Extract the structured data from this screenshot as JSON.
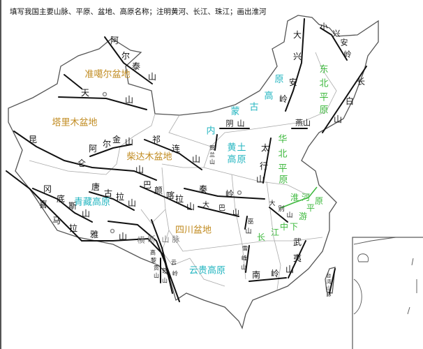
{
  "title": "填写我国主要山脉、平原、盆地、高原名称；注明黄河、长江、珠江；画出淮河",
  "colors": {
    "mountain": "#111111",
    "basin": "#c08a1e",
    "plateau": "#22b5c0",
    "plain": "#3cb83c",
    "river": "#3cb83c",
    "border": "#555555",
    "province": "#aaaaaa"
  },
  "labels": {
    "altai": "阿尔泰山",
    "junggar": "准噶尔盆地",
    "tianshan": "天山",
    "tarim": "塔里木盆地",
    "kunlun": "昆仑山",
    "altun": "阿尔金山",
    "qilian": "祁连山",
    "qaidam": "柴达木盆地",
    "gangdise": "冈底斯山",
    "himalaya": "喜马拉雅山",
    "tanggula": "唐古拉山",
    "qingzang": "青藏高原",
    "bayankala": "巴颜喀拉山",
    "qinling": "秦岭",
    "dabashan": "大巴山",
    "sichuan": "四川盆地",
    "hengduan": "横断山脉",
    "gaoligong": "高黎贡山",
    "nushan": "怒山",
    "yunling": "云岭",
    "yungui": "云贵高原",
    "daxinganling": "大兴安岭",
    "xiaoxinganling": "小兴安岭",
    "changbai": "长白山",
    "dongbei": "东北平原",
    "neimenggu": "内蒙古高原",
    "yinshan": "阴山",
    "yanshan": "燕山",
    "huangtu": "黄土高原",
    "helan": "贺兰山",
    "taihang": "太行山",
    "huabei": "华北平原",
    "huaihe": "淮河",
    "changjiang": "长江中下游平原",
    "dabie": "大别山",
    "wushan": "巫山",
    "xuefeng": "雪峰山",
    "wuyi": "武夷山",
    "nanling": "南岭",
    "taiwan": "台湾山脉"
  }
}
